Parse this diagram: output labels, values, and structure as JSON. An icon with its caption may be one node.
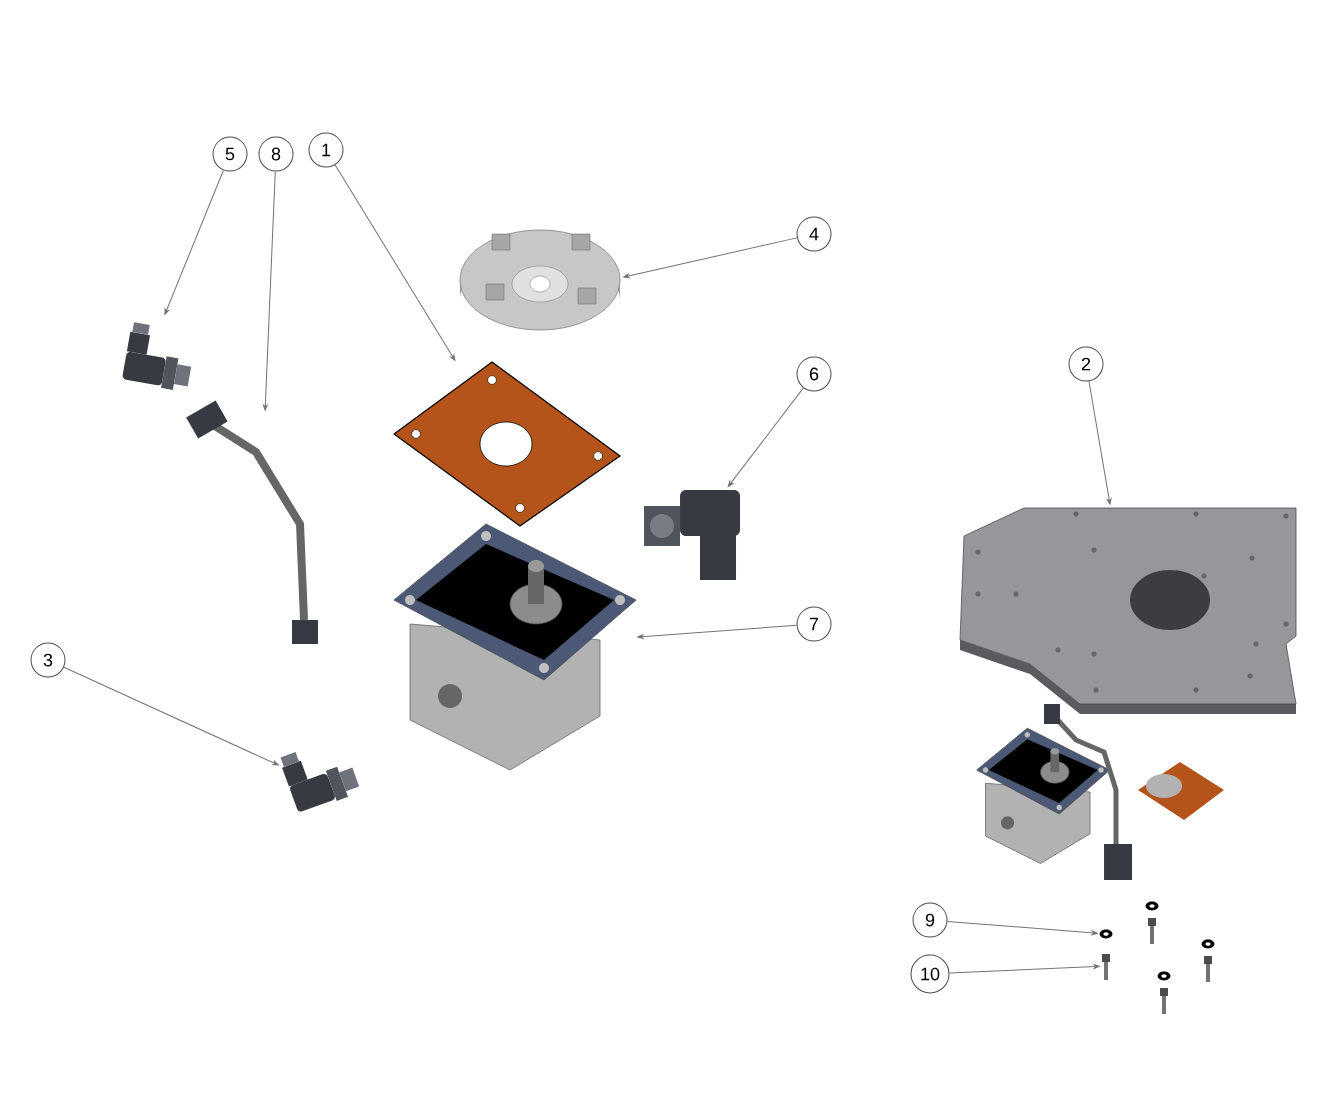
{
  "diagram": {
    "nodes": [
      {
        "text": [
          "1"
        ]
      },
      {
        "text": [
          "2"
        ]
      },
      {
        "text": [
          "3"
        ]
      },
      {
        "text": [
          "4"
        ]
      },
      {
        "text": [
          "5"
        ]
      },
      {
        "text": [
          "6"
        ]
      },
      {
        "text": [
          "7"
        ]
      },
      {
        "text": [
          "8"
        ]
      },
      {
        "text": [
          "9"
        ]
      },
      {
        "text": [
          "10"
        ]
      },
      {
        "text": [],
        "shape": "picture"
      },
      {
        "text": [],
        "shape": "picture"
      },
      {
        "text": [],
        "shape": "picture"
      },
      {
        "text": [],
        "shape": "picture"
      },
      {
        "text": [],
        "shape": "picture"
      },
      {
        "text": [],
        "shape": "picture"
      },
      {
        "text": [],
        "shape": "picture"
      },
      {
        "text": [],
        "shape": "picture"
      },
      {
        "text": [],
        "shape": "picture"
      },
      {
        "text": [],
        "shape": "picture"
      }
    ],
    "edges": [
      {
        "from": 0,
        "to": 10,
        "arrow": "to"
      },
      {
        "from": 1,
        "to": 11,
        "arrow": "to"
      },
      {
        "from": 2,
        "to": 12,
        "arrow": "to"
      },
      {
        "from": 3,
        "to": 13,
        "arrow": "to"
      },
      {
        "from": 4,
        "to": 14,
        "arrow": "to"
      },
      {
        "from": 5,
        "to": 15,
        "arrow": "to"
      },
      {
        "from": 6,
        "to": 16,
        "arrow": "to"
      },
      {
        "from": 7,
        "to": 17,
        "arrow": "to"
      },
      {
        "from": 8,
        "to": 18,
        "arrow": "to"
      },
      {
        "from": 9,
        "to": 19,
        "arrow": "to"
      }
    ]
  }
}
